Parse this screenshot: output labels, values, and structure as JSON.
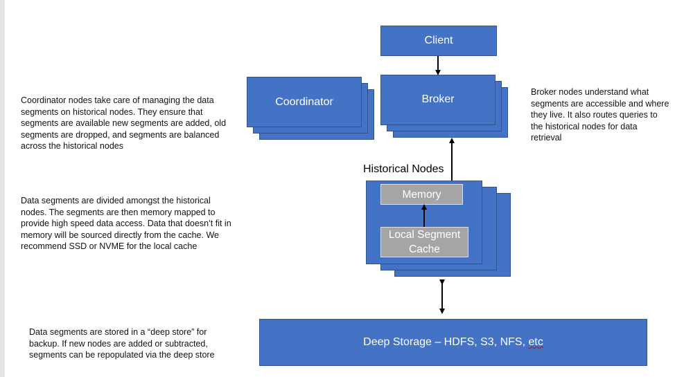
{
  "descriptions": {
    "coordinator": "Coordinator nodes take care of managing the data\nsegments on historical nodes. They ensure that\nsegments are available new segments are added, old\nsegments are dropped, and segments are balanced\nacross the historical nodes",
    "data_segments": "Data segments are divided amongst the historical\nnodes. The segments are then memory mapped to\nprovide high speed data access. Data that doesn’t fit in\nmemory will be sourced directly from the cache. We\nrecommend SSD or NVME for the local cache",
    "deep_store": "Data segments are stored in a “deep store” for\nbackup. If new nodes are added or subtracted,\nsegments can be repopulated via the deep store",
    "broker": "Broker nodes understand what\nsegments are accessible and where\nthey live. It also routes queries to\nthe historical nodes for data\nretrieval"
  },
  "boxes": {
    "client": "Client",
    "coordinator": "Coordinator",
    "broker": "Broker",
    "historical_title": "Historical Nodes",
    "memory": "Memory",
    "local_cache": "Local Segment\nCache",
    "deep_storage_main": "Deep Storage – HDFS, S3, NFS, ",
    "deep_storage_etc": "etc"
  },
  "colors": {
    "box_fill": "#4472c4",
    "box_border": "#2f528f",
    "gray_fill": "#a5a5a5"
  }
}
